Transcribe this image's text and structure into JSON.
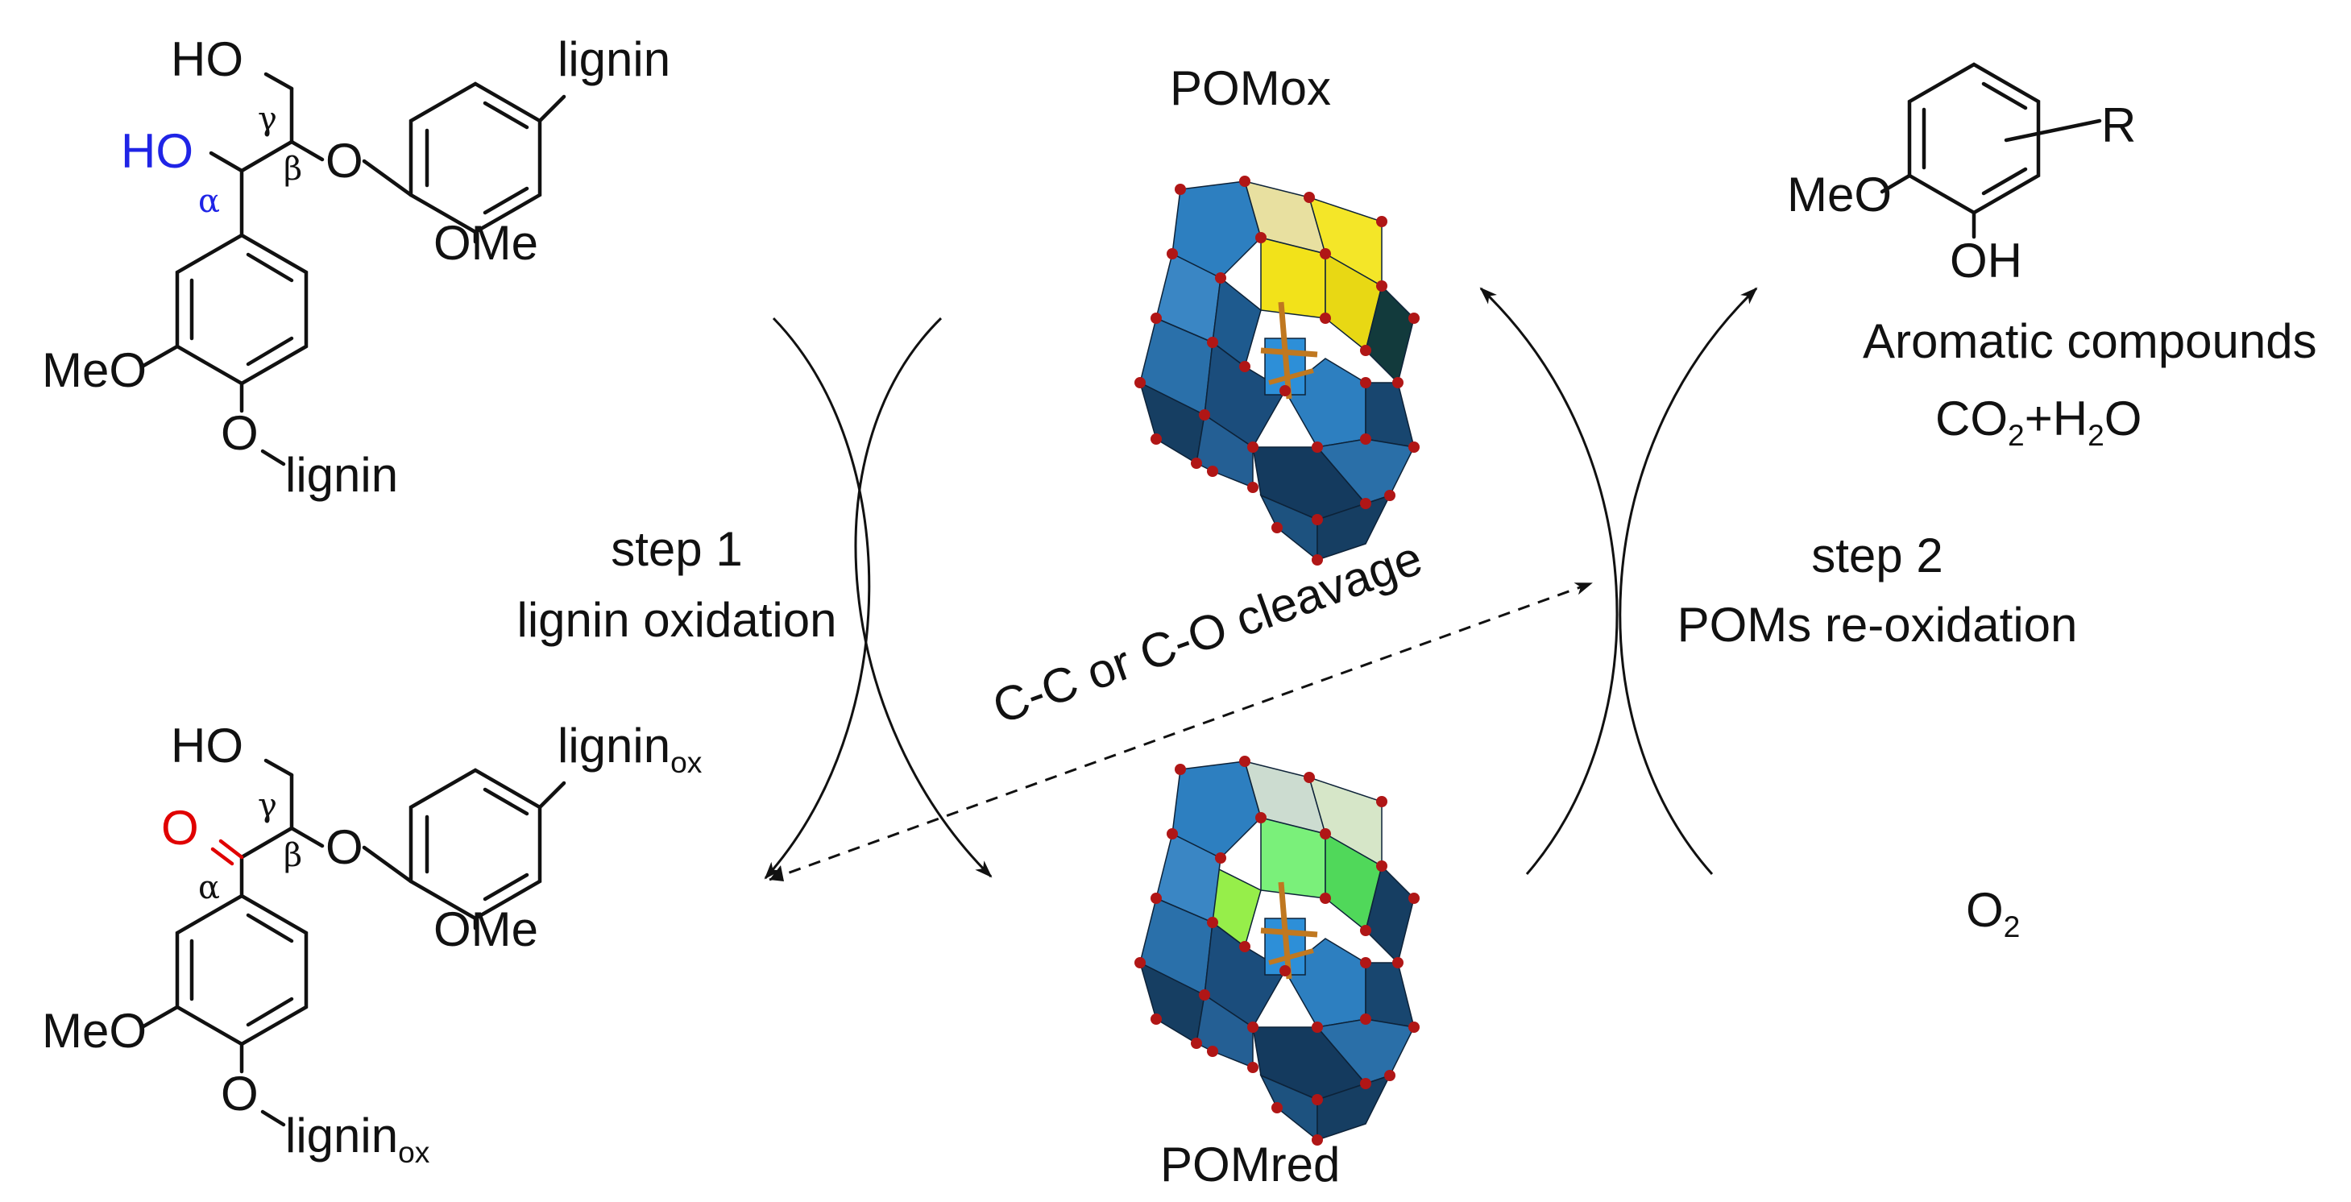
{
  "colors": {
    "hydroxyl_alpha": "#1f24e6",
    "carbonyl_alpha": "#e00000",
    "polyhedra_blue": "#2a6fa8",
    "polyhedra_dark": "#163e62",
    "polyhedra_yellow": "#f2e21a",
    "polyhedra_green": "#4fdc4c",
    "oxygen_atom": "#b01616",
    "phosphorus": "#c07820"
  },
  "top_molecule": {
    "ho_gamma": "HO",
    "ho_alpha": "HO",
    "gamma": "γ",
    "alpha": "α",
    "beta": "β",
    "ether_o": "O",
    "lignin_top": "lignin",
    "ome_ring": "OMe",
    "meo_left": "MeO",
    "o_bottom": "O",
    "lignin_bottom": "lignin"
  },
  "bottom_molecule": {
    "ho_gamma": "HO",
    "carbonyl_o": "O",
    "gamma": "γ",
    "alpha": "α",
    "beta": "β",
    "ether_o": "O",
    "lignin_top": "lignin",
    "lignin_top_sub": "ox",
    "ome_ring": "OMe",
    "meo_left": "MeO",
    "o_bottom": "O",
    "lignin_bottom": "lignin",
    "lignin_bottom_sub": "ox"
  },
  "product": {
    "r_group": "R",
    "meo": "MeO",
    "oh": "OH",
    "aromatic_label": "Aromatic compounds",
    "co2": "CO",
    "co2_sub": "2",
    "plus": "+",
    "h2o_h": "H",
    "h2o_sub": "2",
    "h2o_o": "O"
  },
  "cycle": {
    "pom_ox": "POMox",
    "pom_red": "POMred",
    "step1_title": "step 1",
    "step1_desc": "lignin oxidation",
    "step2_title": "step 2",
    "step2_desc": "POMs re-oxidation",
    "cleavage": "C-C or C-O cleavage",
    "o2": "O",
    "o2_sub": "2"
  }
}
